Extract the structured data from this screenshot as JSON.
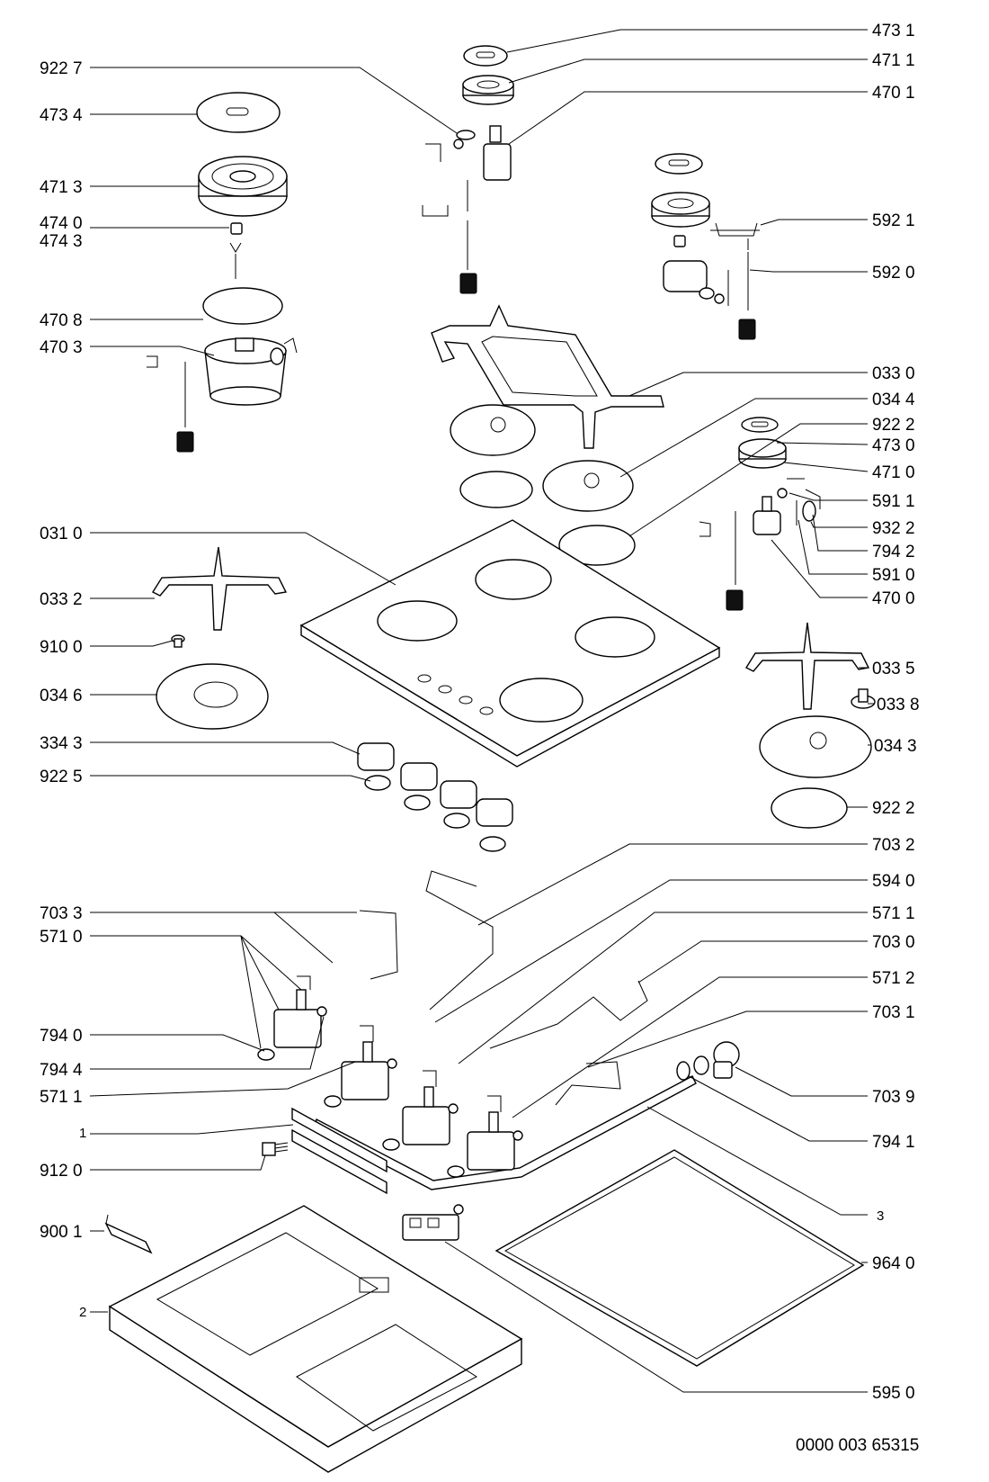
{
  "labels_left": [
    "922 7",
    "473 4",
    "471 3",
    "474 0",
    "474 3",
    "470 8",
    "470 3",
    "031 0",
    "033 2",
    "910 0",
    "034 6",
    "334 3",
    "922 5",
    "703 3",
    "571 0",
    "794 0",
    "794 4",
    "571 1",
    "1",
    "912 0",
    "900 1",
    "2"
  ],
  "labels_right": [
    "473 1",
    "471 1",
    "470 1",
    "592 1",
    "592 0",
    "033 0",
    "034 4",
    "922 2",
    "473 0",
    "471 0",
    "591 1",
    "932 2",
    "794 2",
    "591 0",
    "470 0",
    "033 5",
    "033 8",
    "034 3",
    "922 2",
    "703 2",
    "594 0",
    "571 1",
    "703 0",
    "571 2",
    "703 1",
    "703 9",
    "794 1",
    "3",
    "964 0",
    "595 0"
  ],
  "document_number": "0000 003 65315"
}
